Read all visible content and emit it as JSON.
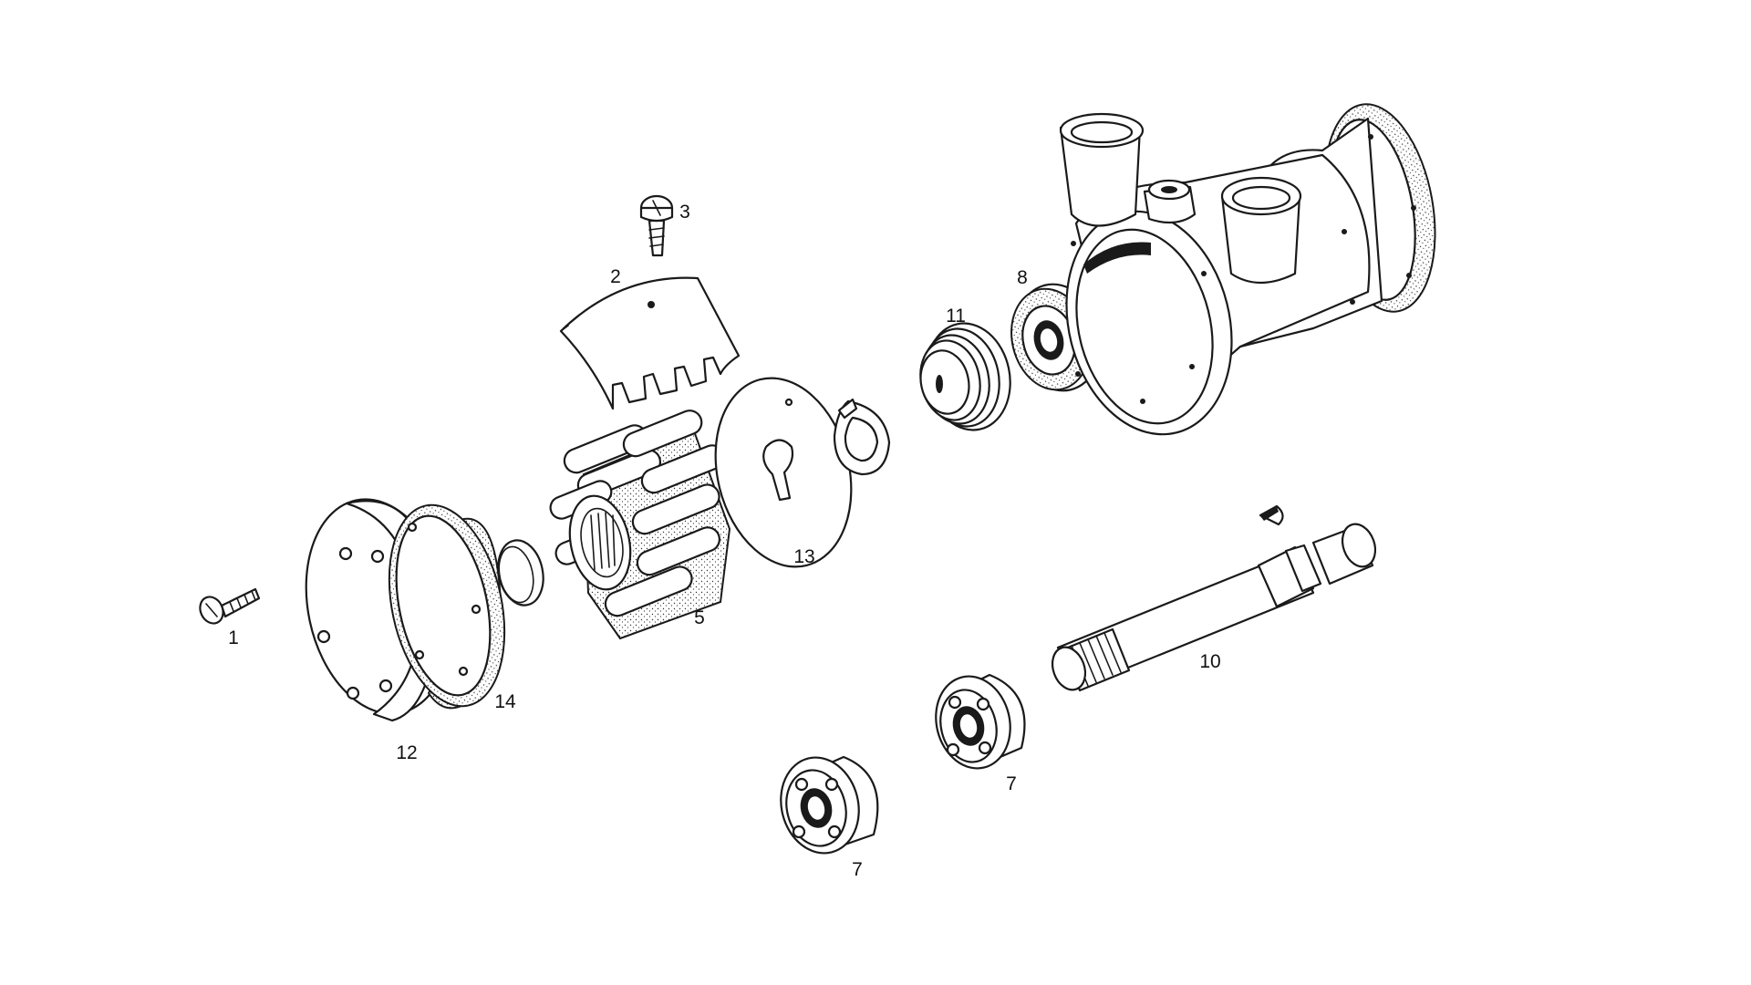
{
  "diagram": {
    "type": "exploded-parts",
    "parts": [
      {
        "id": "1",
        "label": "1"
      },
      {
        "id": "2",
        "label": "2"
      },
      {
        "id": "3",
        "label": "3"
      },
      {
        "id": "5",
        "label": "5"
      },
      {
        "id": "7a",
        "label": "7"
      },
      {
        "id": "7b",
        "label": "7"
      },
      {
        "id": "8",
        "label": "8"
      },
      {
        "id": "10",
        "label": "10"
      },
      {
        "id": "11",
        "label": "11"
      },
      {
        "id": "12",
        "label": "12"
      },
      {
        "id": "13",
        "label": "13"
      },
      {
        "id": "14",
        "label": "14"
      }
    ]
  }
}
